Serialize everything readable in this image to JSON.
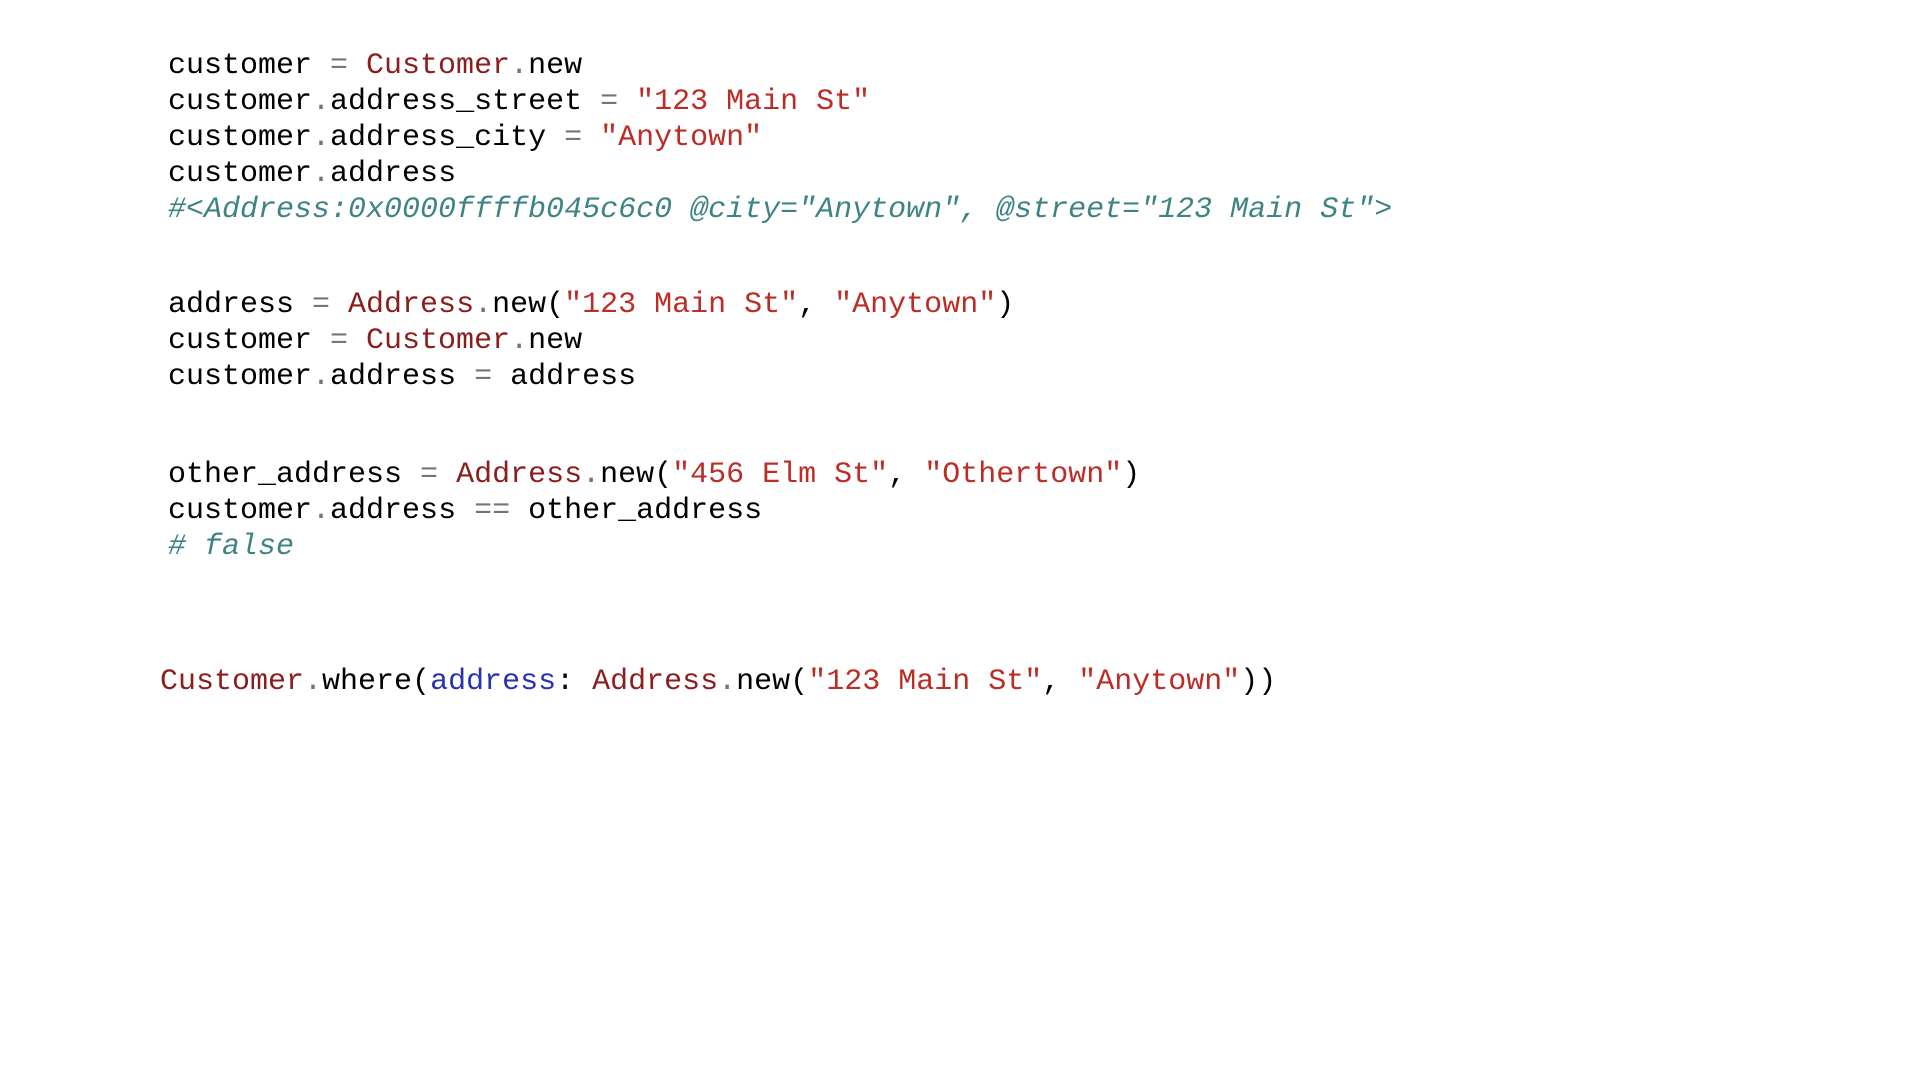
{
  "colors": {
    "plain": "#000000",
    "op": "#757575",
    "const": "#8b1d1d",
    "str": "#bb2d26",
    "comment": "#3f8484",
    "sym": "#2733ae",
    "background": "#ffffff"
  },
  "code_blocks": [
    {
      "name": "attribute-assignment-snippet",
      "lines": [
        [
          [
            "customer ",
            "plain"
          ],
          [
            "= ",
            "op"
          ],
          [
            "Customer",
            "const"
          ],
          [
            ".",
            "op"
          ],
          [
            "new",
            "plain"
          ]
        ],
        [
          [
            "customer",
            "plain"
          ],
          [
            ".",
            "op"
          ],
          [
            "address_street ",
            "plain"
          ],
          [
            "= ",
            "op"
          ],
          [
            "\"123 Main St\"",
            "str"
          ]
        ],
        [
          [
            "customer",
            "plain"
          ],
          [
            ".",
            "op"
          ],
          [
            "address_city ",
            "plain"
          ],
          [
            "= ",
            "op"
          ],
          [
            "\"Anytown\"",
            "str"
          ]
        ],
        [
          [
            "customer",
            "plain"
          ],
          [
            ".",
            "op"
          ],
          [
            "address",
            "plain"
          ]
        ],
        [
          [
            "#<Address:0x0000ffffb045c6c0 @city=\"Anytown\", @street=\"123 Main St\">",
            "comment"
          ]
        ]
      ]
    },
    {
      "name": "address-object-assignment-snippet",
      "lines": [
        [
          [
            "address ",
            "plain"
          ],
          [
            "= ",
            "op"
          ],
          [
            "Address",
            "const"
          ],
          [
            ".",
            "op"
          ],
          [
            "new(",
            "plain"
          ],
          [
            "\"123 Main St\"",
            "str"
          ],
          [
            ", ",
            "plain"
          ],
          [
            "\"Anytown\"",
            "str"
          ],
          [
            ")",
            "plain"
          ]
        ],
        [
          [
            "customer ",
            "plain"
          ],
          [
            "= ",
            "op"
          ],
          [
            "Customer",
            "const"
          ],
          [
            ".",
            "op"
          ],
          [
            "new",
            "plain"
          ]
        ],
        [
          [
            "customer",
            "plain"
          ],
          [
            ".",
            "op"
          ],
          [
            "address ",
            "plain"
          ],
          [
            "= ",
            "op"
          ],
          [
            "address",
            "plain"
          ]
        ]
      ]
    },
    {
      "name": "address-comparison-snippet",
      "lines": [
        [
          [
            "other_address ",
            "plain"
          ],
          [
            "= ",
            "op"
          ],
          [
            "Address",
            "const"
          ],
          [
            ".",
            "op"
          ],
          [
            "new(",
            "plain"
          ],
          [
            "\"456 Elm St\"",
            "str"
          ],
          [
            ", ",
            "plain"
          ],
          [
            "\"Othertown\"",
            "str"
          ],
          [
            ")",
            "plain"
          ]
        ],
        [
          [
            "customer",
            "plain"
          ],
          [
            ".",
            "op"
          ],
          [
            "address ",
            "plain"
          ],
          [
            "== ",
            "op"
          ],
          [
            "other_address",
            "plain"
          ]
        ],
        [
          [
            "# false",
            "comment"
          ]
        ]
      ]
    },
    {
      "name": "customer-where-query-snippet",
      "lines": [
        [
          [
            "Customer",
            "const"
          ],
          [
            ".",
            "op"
          ],
          [
            "where(",
            "plain"
          ],
          [
            "address",
            "sym"
          ],
          [
            ": ",
            "plain"
          ],
          [
            "Address",
            "const"
          ],
          [
            ".",
            "op"
          ],
          [
            "new(",
            "plain"
          ],
          [
            "\"123 Main St\"",
            "str"
          ],
          [
            ", ",
            "plain"
          ],
          [
            "\"Anytown\"",
            "str"
          ],
          [
            "))",
            "plain"
          ]
        ]
      ]
    }
  ]
}
